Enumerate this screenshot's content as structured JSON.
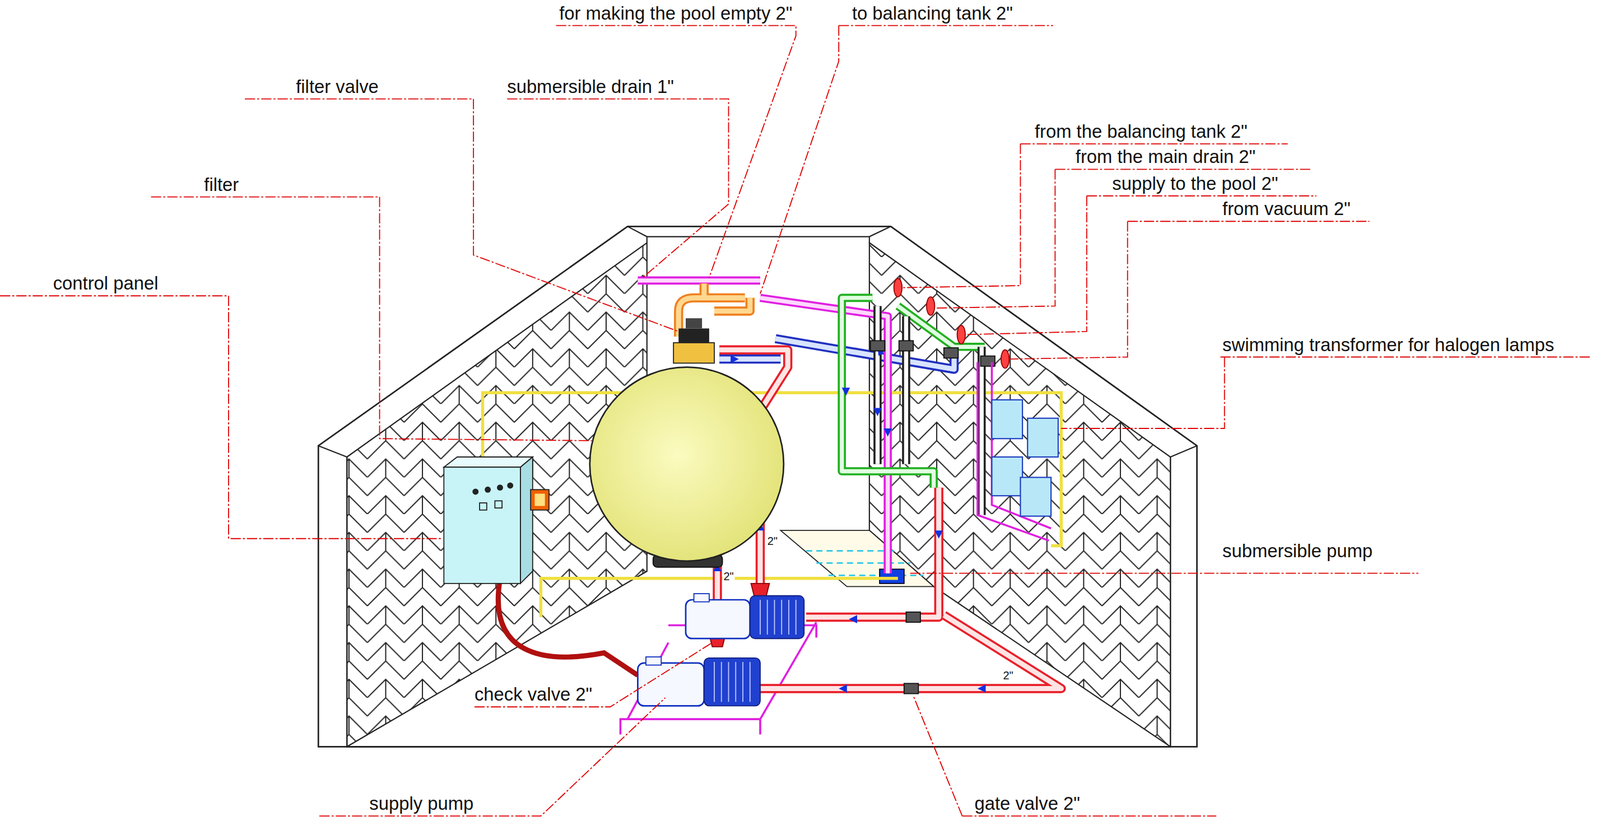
{
  "diagram": {
    "labels": [
      "for making the pool empty 2\"",
      "to balancing tank 2\"",
      "submersible drain 1\"",
      "filter valve",
      "from the balancing tank 2\"",
      "from the main drain 2\"",
      "supply to the pool 2\"",
      "filter",
      "from vacuum 2\"",
      "control panel",
      "swimming transformer for halogen lamps",
      "2\"",
      "submersible pump",
      "2\"",
      "2\"",
      "check valve 2\"",
      "supply pump",
      "gate valve 2\""
    ]
  }
}
